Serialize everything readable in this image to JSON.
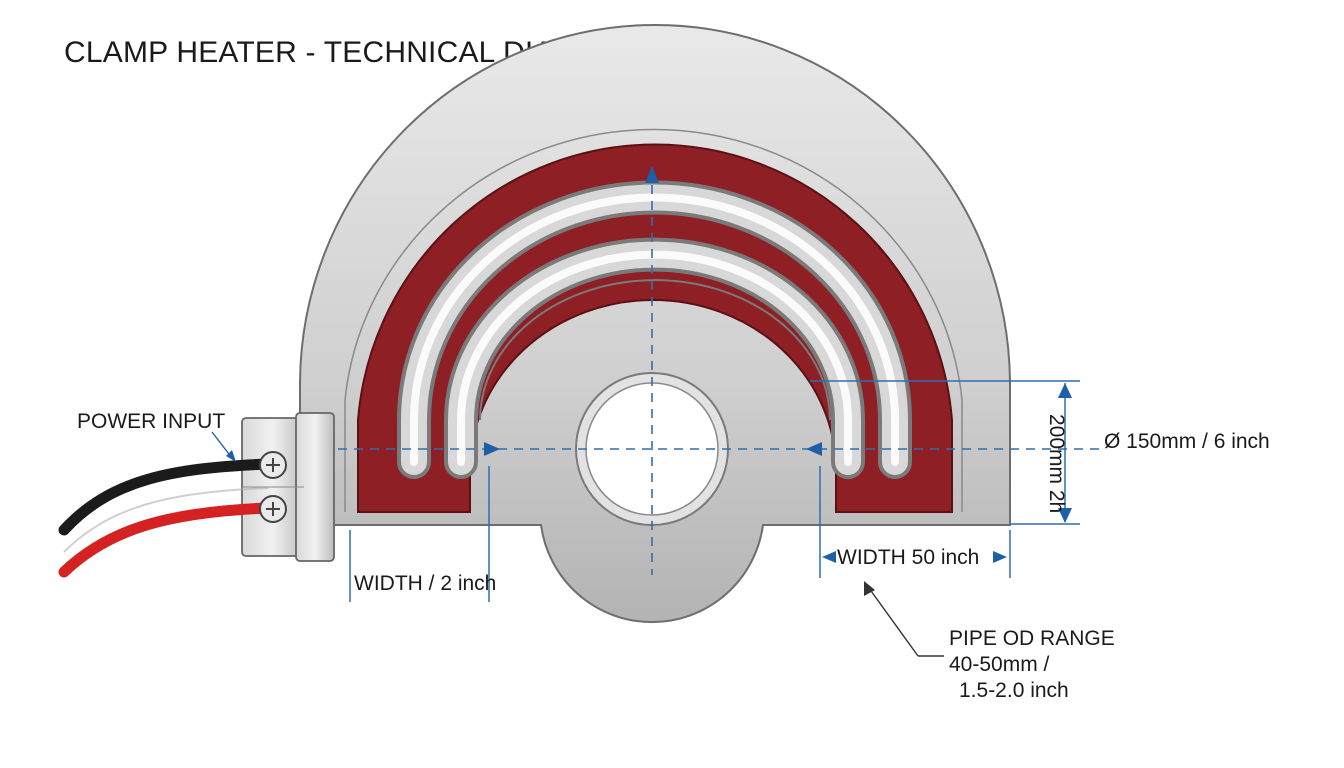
{
  "title": "CLAMP HEATER - TECHNICAL DIAGRAM",
  "labels": {
    "power_input": "POWER INPUT",
    "height_dim": "200mm 2h",
    "diameter": "Ø 150mm / 6 inch",
    "width_left": "WIDTH / 2 inch",
    "width_right": "WIDTH 50 inch",
    "pipe_range": [
      "PIPE OD RANGE",
      "40-50mm /",
      "1.5-2.0 inch"
    ]
  },
  "colors": {
    "body": "#c9c9c9",
    "heating_element": "#8e1f24",
    "dimension": "#2f6fb0",
    "wire_black": "#1b1b1b",
    "wire_red": "#d42222"
  }
}
